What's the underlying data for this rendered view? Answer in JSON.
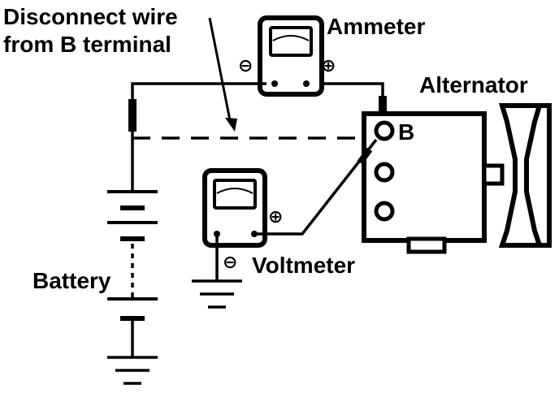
{
  "labels": {
    "note_line1": "Disconnect wire",
    "note_line2": "from B terminal",
    "ammeter": "Ammeter",
    "alternator": "Alternator",
    "terminal_b": "B",
    "voltmeter": "Voltmeter",
    "battery": "Battery"
  },
  "symbols": {
    "ammeter_negative": "⊖",
    "ammeter_positive": "⊕",
    "voltmeter_positive": "⊕",
    "voltmeter_negative": "⊖"
  },
  "colors": {
    "ink": "#000000",
    "paper": "#ffffff"
  }
}
